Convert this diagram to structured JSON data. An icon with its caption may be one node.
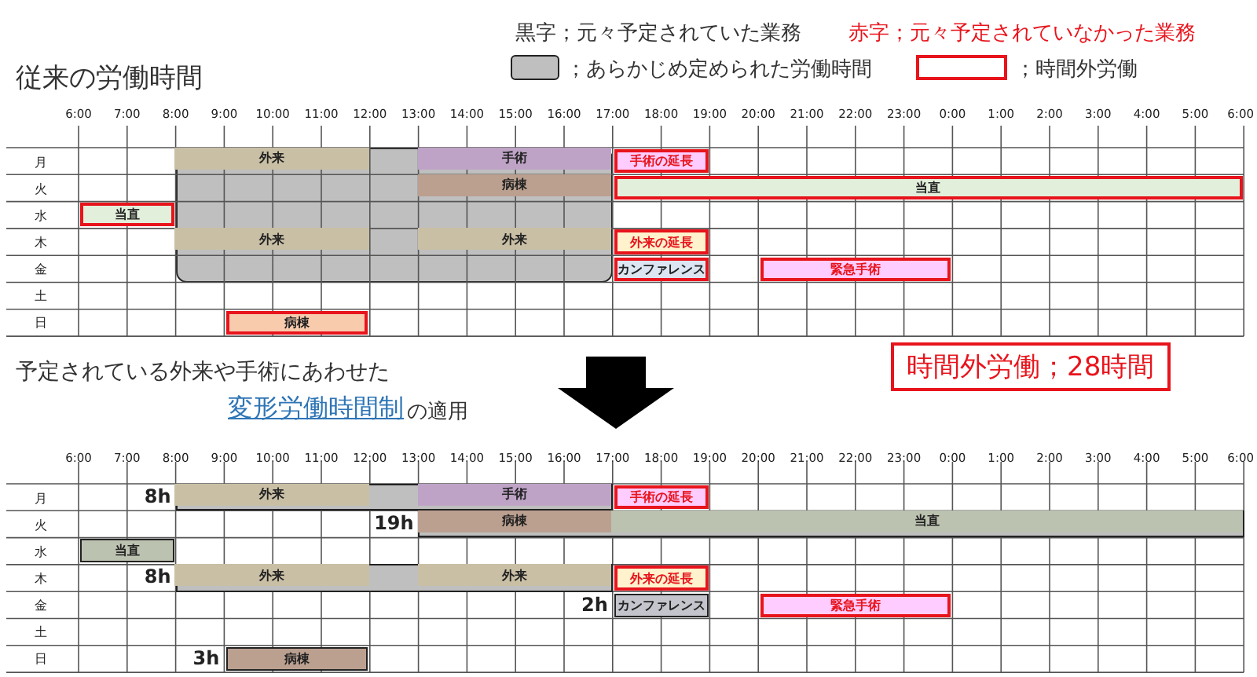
{
  "diagram": {
    "title": "従来の労働時間",
    "nodes": [
      {
        "text": [],
        "shape": "box"
      },
      {
        "text": [
          "外来"
        ],
        "in": 0
      },
      {
        "text": [
          "手術"
        ],
        "in": 0
      },
      {
        "text": [
          "手術の延長"
        ]
      },
      {
        "text": [
          "病棟"
        ],
        "in": 0
      },
      {
        "text": [
          "当直"
        ]
      },
      {
        "text": [
          "当直"
        ]
      },
      {
        "text": [
          "外来"
        ],
        "in": 0
      },
      {
        "text": [
          "外来"
        ],
        "in": 0
      },
      {
        "text": [
          "外来の延長"
        ]
      },
      {
        "text": [
          "カンファレンス"
        ]
      },
      {
        "text": [
          "緊急手術"
        ]
      },
      {
        "text": [
          "病棟"
        ]
      },
      {
        "text": [],
        "shape": "box",
        "beside": [
          "8h"
        ]
      },
      {
        "text": [
          "外来"
        ],
        "in": 13
      },
      {
        "text": [
          "手術"
        ],
        "in": 13
      },
      {
        "text": [
          "手術の延長"
        ]
      },
      {
        "text": [],
        "shape": "box",
        "beside": [
          "19h"
        ]
      },
      {
        "text": [
          "病棟"
        ],
        "in": 17
      },
      {
        "text": [
          "当直"
        ],
        "in": 17
      },
      {
        "text": [
          "当直"
        ]
      },
      {
        "text": [],
        "shape": "box",
        "beside": [
          "8h"
        ]
      },
      {
        "text": [
          "外来"
        ],
        "in": 21
      },
      {
        "text": [
          "外来"
        ],
        "in": 21
      },
      {
        "text": [
          "外来の延長"
        ]
      },
      {
        "text": [
          "カンファレンス"
        ],
        "beside": [
          "2h"
        ]
      },
      {
        "text": [
          "緊急手術"
        ]
      },
      {
        "text": [
          "病棟"
        ],
        "beside": [
          "3h"
        ]
      }
    ],
    "edges": [],
    "labels": [
      "黒字；元々予定されていた業務",
      "赤字；元々予定されていなかった業務",
      "6:00",
      "7:00",
      "8:00",
      "9:00",
      "10:00",
      "11:00",
      "12:00",
      "13:00",
      "14:00",
      "15:00",
      "16:00",
      "17:00",
      "18:00",
      "19:00",
      "20:00",
      "21:00",
      "22:00",
      "23:00",
      "0:00",
      "1:00",
      "2:00",
      "3:00",
      "4:00",
      "5:00",
      "6:00",
      "月",
      "火",
      "水",
      "木",
      "金",
      "土",
      "日",
      "予定されている外来や手術にあわせた",
      "変形労働時間制",
      "の適用",
      "時間外労働；28時間",
      "6:00",
      "7:00",
      "8:00",
      "9:00",
      "10:00",
      "11:00",
      "12:00",
      "13:00",
      "14:00",
      "15:00",
      "16:00",
      "17:00",
      "18:00",
      "19:00",
      "20:00",
      "21:00",
      "22:00",
      "23:00",
      "0:00",
      "1:00",
      "2:00",
      "3:00",
      "4:00",
      "5:00",
      "6:00",
      "月",
      "火",
      "水",
      "木",
      "金",
      "土",
      "日"
    ],
    "legend": [
      {
        "text": "；あらかじめ定められた労働時間",
        "color": "#bfbfbf"
      },
      {
        "text": "；時間外労働"
      }
    ]
  }
}
